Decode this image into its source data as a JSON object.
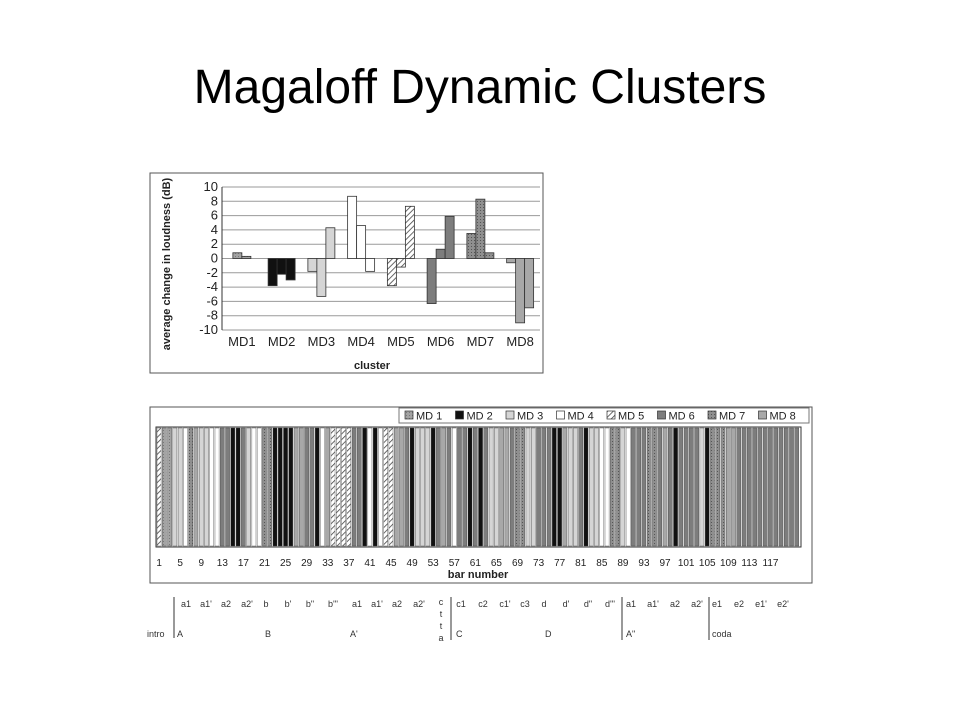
{
  "slide": {
    "title": "Magaloff Dynamic Clusters"
  },
  "chart_data": [
    {
      "type": "bar",
      "categories": [
        "MD1",
        "MD2",
        "MD3",
        "MD4",
        "MD5",
        "MD6",
        "MD7",
        "MD8"
      ],
      "groups": [
        [
          0.8,
          0.3
        ],
        [
          -3.8,
          -2.2,
          -3
        ],
        [
          -1.8,
          -5.3,
          4.3
        ],
        [
          8.7,
          4.6,
          -1.8
        ],
        [
          -3.8,
          -1.2,
          7.3
        ],
        [
          -6.3,
          1.3,
          5.9
        ],
        [
          3.5,
          8.3,
          0.8
        ],
        [
          -0.6,
          -9.0,
          -6.9
        ]
      ],
      "xlabel": "cluster",
      "ylabel": "average change in loudness (dB)",
      "ylim": [
        -10,
        10
      ],
      "yticks": [
        "10",
        "8",
        "6",
        "4",
        "2",
        "0",
        "-2",
        "-4",
        "-6",
        "-8",
        "-10"
      ],
      "grid": true
    },
    {
      "type": "bar",
      "legend": [
        "MD 1",
        "MD 2",
        "MD 3",
        "MD 4",
        "MD 5",
        "MD 6",
        "MD 7",
        "MD 8"
      ],
      "legend_position": "top-right",
      "xlabel": "bar number",
      "xticks": [
        "1",
        "5",
        "9",
        "13",
        "17",
        "21",
        "25",
        "29",
        "33",
        "37",
        "41",
        "45",
        "49",
        "53",
        "57",
        "61",
        "65",
        "69",
        "73",
        "77",
        "81",
        "85",
        "89",
        "93",
        "97",
        "101",
        "105",
        "109",
        "113",
        "117"
      ],
      "bar_clusters": [
        5,
        1,
        1,
        3,
        3,
        4,
        7,
        8,
        3,
        3,
        4,
        4,
        6,
        6,
        2,
        2,
        6,
        3,
        4,
        4,
        7,
        7,
        2,
        2,
        2,
        2,
        8,
        8,
        6,
        6,
        2,
        4,
        8,
        5,
        5,
        5,
        5,
        6,
        6,
        2,
        4,
        2,
        4,
        5,
        5,
        8,
        8,
        6,
        2,
        3,
        3,
        3,
        2,
        6,
        8,
        6,
        4,
        6,
        6,
        2,
        6,
        2,
        6,
        3,
        3,
        8,
        8,
        6,
        7,
        7,
        3,
        3,
        6,
        6,
        6,
        2,
        2,
        8,
        3,
        3,
        6,
        2,
        3,
        3,
        4,
        4,
        7,
        7,
        3,
        4,
        6,
        6,
        6,
        7,
        7,
        6,
        8,
        6,
        2,
        6,
        6,
        6,
        6,
        3,
        2,
        7,
        7,
        7,
        8,
        8,
        6,
        6,
        6,
        6,
        6,
        6,
        6,
        6,
        6,
        6,
        6,
        6
      ],
      "formal_sections": {
        "top": [
          "a1",
          "a1'",
          "a2",
          "a2'",
          "b",
          "b'",
          "b\"",
          "b'\"",
          "a1",
          "a1'",
          "a2",
          "a2'",
          "c1",
          "c2",
          "c1'",
          "c3",
          "d",
          "d'",
          "d\"",
          "d'\"",
          "a1",
          "a1'",
          "a2",
          "a2'",
          "e1",
          "e2",
          "e1'",
          "e2'"
        ],
        "bottom": [
          "intro",
          "A",
          "B",
          "A'",
          "C",
          "D",
          "A\"",
          "coda"
        ],
        "cetta": [
          "c",
          "t",
          "t",
          "a"
        ]
      }
    }
  ],
  "colors": {
    "MD1": "#999999",
    "MD2": "#111111",
    "MD3": "#d5d5d5",
    "MD4": "#ffffff",
    "MD5": "#bdbdbd",
    "MD6": "#7d7d7d",
    "MD7": "#8f8f8f",
    "MD8": "#a8a8a8",
    "grid": "#9a9a9a",
    "frame": "#555555"
  }
}
